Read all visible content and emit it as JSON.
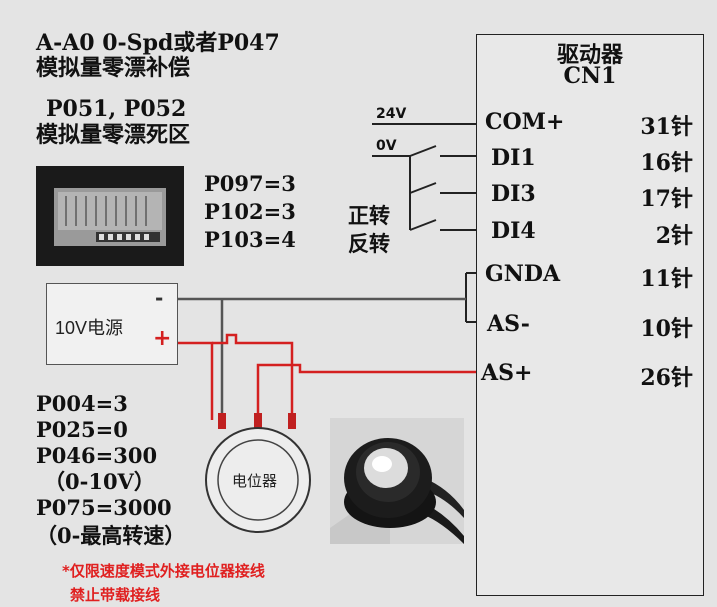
{
  "notes": {
    "line1": "A-A0 0-Spd或者P047",
    "line2": "模拟量零漂补偿",
    "line3": "P051, P052",
    "line4": "模拟量零漂死区"
  },
  "params_top": [
    "P097=3",
    "P102=3",
    "P103=4"
  ],
  "direction": {
    "forward": "正转",
    "reverse": "反转"
  },
  "supply": {
    "v24": "24V",
    "v0": "0V",
    "psu_label": "10V电源",
    "minus": "-",
    "plus": "+"
  },
  "driver": {
    "title": "驱动器",
    "connector": "CN1",
    "pins": [
      {
        "name": "COM+",
        "number": "31针"
      },
      {
        "name": "DI1",
        "number": "16针"
      },
      {
        "name": "DI3",
        "number": "17针"
      },
      {
        "name": "DI4",
        "number": "2针"
      },
      {
        "name": "GNDA",
        "number": "11针"
      },
      {
        "name": "AS-",
        "number": "10针"
      },
      {
        "name": "AS+",
        "number": "26针"
      }
    ]
  },
  "params_bottom": [
    "P004=3",
    "P025=0",
    "P046=300",
    "（0-10V）",
    "P075=3000",
    "（0-最高转速）"
  ],
  "potentiometer": {
    "label": "电位器"
  },
  "warning": {
    "line1": "*仅限速度模式外接电位器接线",
    "line2": "禁止带载接线"
  },
  "colors": {
    "wire_red": "#d42020",
    "wire_gray": "#555555",
    "warning": "#e02020"
  }
}
